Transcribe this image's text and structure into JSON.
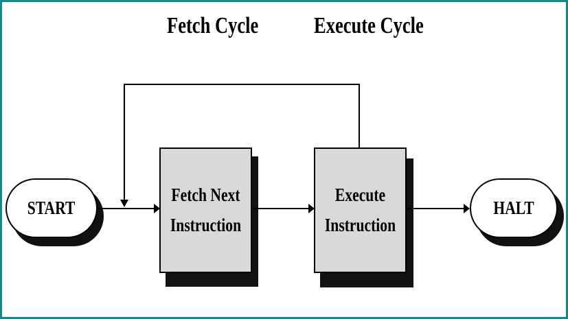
{
  "headings": {
    "fetch_cycle": "Fetch Cycle",
    "execute_cycle": "Execute Cycle"
  },
  "nodes": {
    "start": "START",
    "fetch": "Fetch Next\nInstruction",
    "execute": "Execute\nInstruction",
    "halt": "HALT"
  },
  "colors": {
    "frame_border": "#128a88",
    "box_fill": "#d9d9d9",
    "shadow": "#111111",
    "line": "#000000"
  }
}
